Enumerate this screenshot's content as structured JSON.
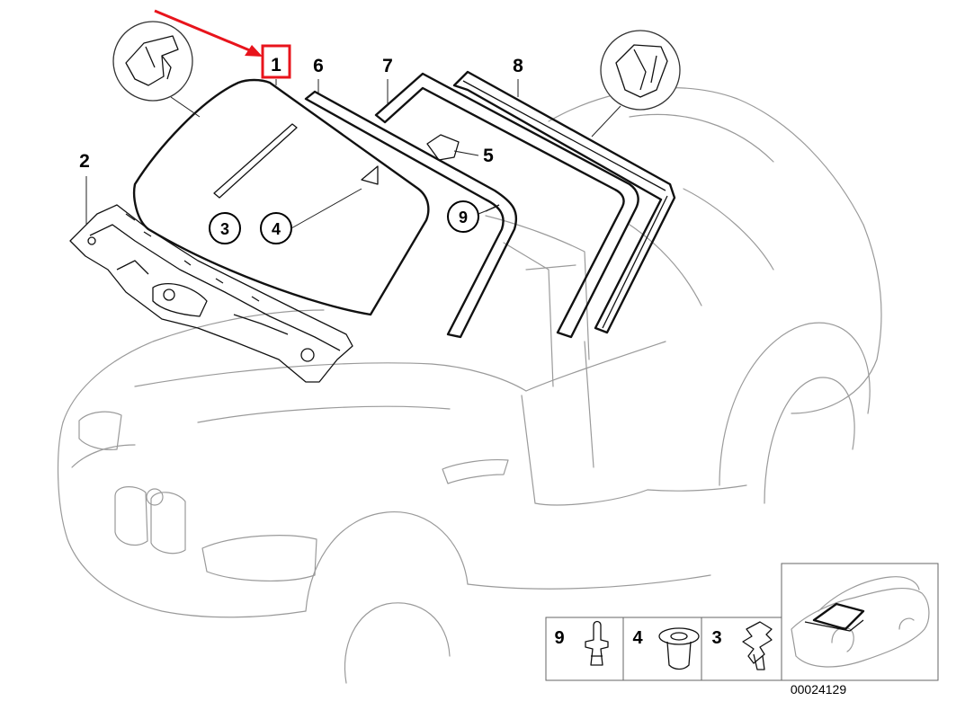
{
  "callouts": {
    "c1": "1",
    "c2": "2",
    "c5": "5",
    "c6": "6",
    "c7": "7",
    "c8": "8"
  },
  "circled_labels": {
    "c3": "3",
    "c4": "4",
    "c9": "9"
  },
  "legend": {
    "items": [
      {
        "number": "9",
        "part": "expanding-rivet-icon"
      },
      {
        "number": "4",
        "part": "grommet-icon"
      },
      {
        "number": "3",
        "part": "clip-icon"
      }
    ]
  },
  "reference_number": "00024129",
  "highlight_color": "#e8141c"
}
